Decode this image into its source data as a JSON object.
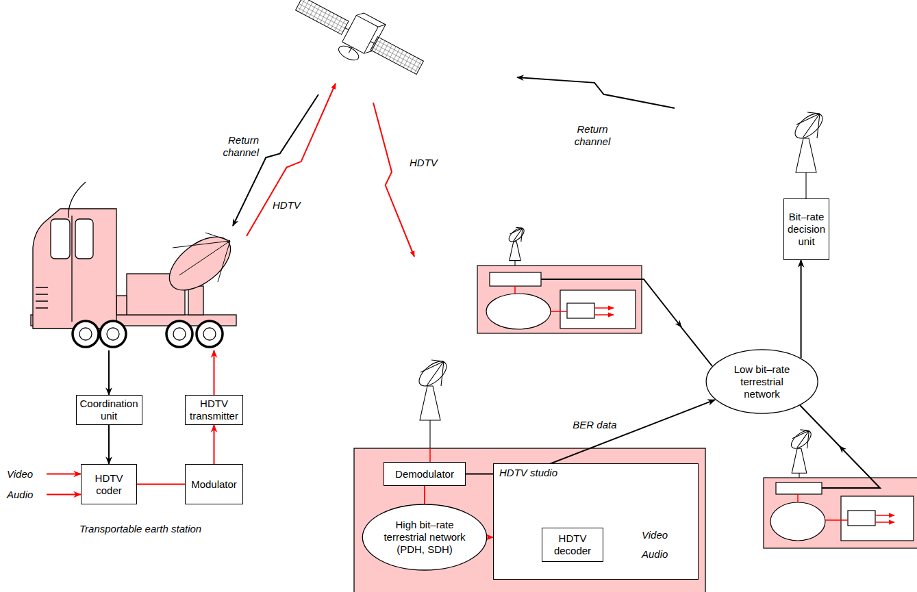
{
  "diagram": {
    "nodes": [
      {
        "text": [
          "Coordination unit"
        ]
      },
      {
        "text": [
          "HDTV transmitter"
        ]
      },
      {
        "text": [
          "HDTV coder"
        ]
      },
      {
        "text": [
          "Modulator"
        ]
      },
      {
        "text": [
          "Bit–rate decision unit"
        ]
      },
      {
        "text": [
          "Low bit–rate terrestrial network"
        ]
      },
      {
        "text": [
          "Demodulator"
        ]
      },
      {
        "text": [
          "High bit–rate terrestrial network (PDH, SDH)"
        ]
      },
      {
        "text": [
          "HDTV studio"
        ]
      },
      {
        "text": [
          "HDTV decoder"
        ],
        "in": 8
      }
    ],
    "edges": [
      {
        "from": 0,
        "to": 2,
        "arrow": "to"
      },
      {
        "from": 3,
        "to": 1,
        "arrow": "to"
      },
      {
        "from": 2,
        "to": 3,
        "arrow": "none"
      },
      {
        "from": 6,
        "to": 7,
        "arrow": "none"
      },
      {
        "from": 7,
        "to": 8,
        "arrow": "to"
      },
      {
        "from": 6,
        "to": 5,
        "label": "BER data",
        "arrow": "to"
      },
      {
        "from": 5,
        "to": 4,
        "arrow": "to"
      }
    ],
    "labels": [
      "Return channel",
      "HDTV",
      "HDTV",
      "Return channel",
      "Video",
      "Audio",
      "Transportable earth station",
      "Video",
      "Audio"
    ]
  }
}
